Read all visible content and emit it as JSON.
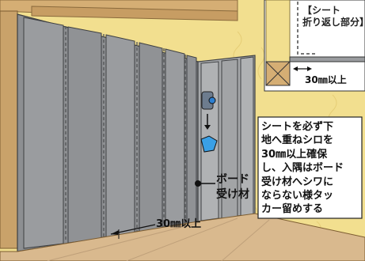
{
  "inset": {
    "label_lines": [
      "【シート",
      "折り返し部分】"
    ],
    "dimension": "30㎜以上"
  },
  "board_label": {
    "lines": [
      "ボード",
      "受け材"
    ]
  },
  "callout": {
    "lines": [
      "シートを必ず下",
      "地へ重ねシロを",
      "30㎜以上確保",
      "し、入隅はボード",
      "受け材へシワに",
      "ならない様タッ",
      "カー留めする"
    ]
  },
  "bottom_dimension": "30㎜以上",
  "colors": {
    "insulation": "#f2df8f",
    "sheet": "#8c8e90",
    "sheet_dark": "#5e6063",
    "floor": "#d9b98e",
    "timber": "#c9a26a"
  }
}
